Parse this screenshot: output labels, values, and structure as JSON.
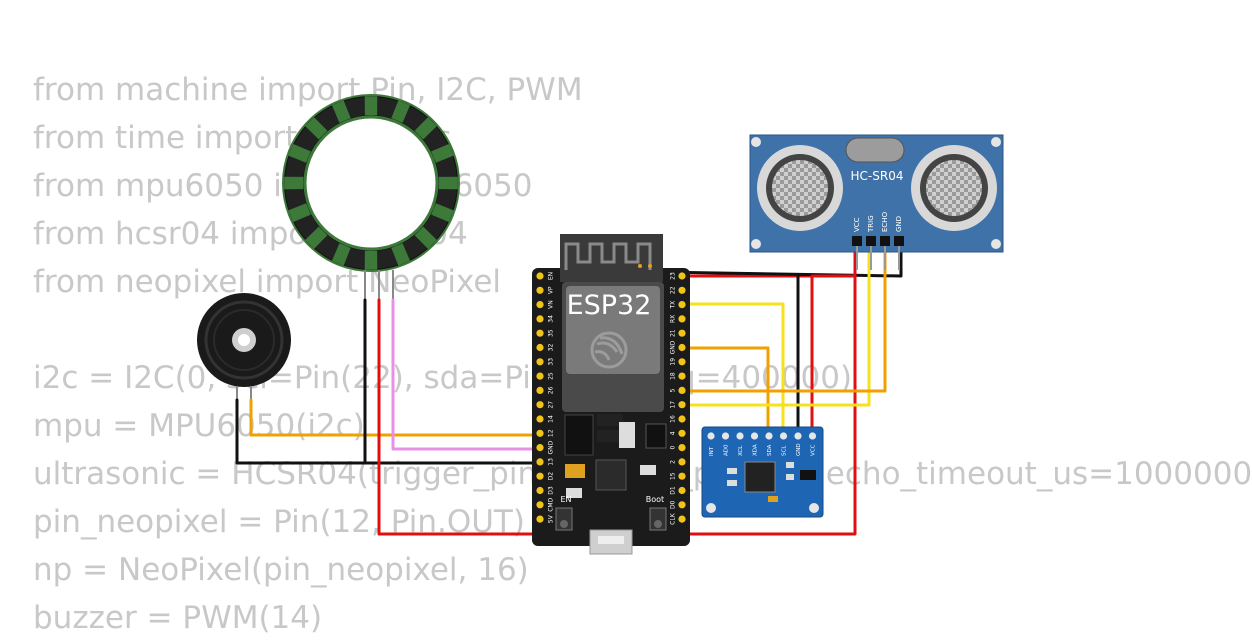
{
  "code_lines": [
    "from machine import Pin, I2C, PWM",
    "from time import sleep_ms",
    "from mpu6050 import MPU6050",
    "from hcsr04 import HCSR04",
    "from neopixel import NeoPixel",
    "",
    "i2c = I2C(0, scl=Pin(22), sda=Pin(21), freq=400000)",
    "mpu = MPU6050(i2c)",
    "ultrasonic = HCSR04(trigger_pin=5, echo_pin=18, echo_timeout_us=1000000",
    "pin_neopixel = Pin(12, Pin.OUT)",
    "np = NeoPixel(pin_neopixel, 16)",
    "buzzer = PWM(14)"
  ],
  "esp32": {
    "label": "ESP32",
    "left_pins": [
      "EN",
      "VP",
      "VN",
      "34",
      "35",
      "32",
      "33",
      "25",
      "26",
      "27",
      "14",
      "12",
      "GND",
      "13",
      "D2",
      "D3",
      "CMD",
      "5V"
    ],
    "right_pins": [
      "23",
      "22",
      "TX",
      "RX",
      "21",
      "GND",
      "19",
      "18",
      "5",
      "17",
      "16",
      "4",
      "0",
      "2",
      "15",
      "D1",
      "D0",
      "CLK"
    ],
    "button_en": "EN",
    "button_boot": "Boot"
  },
  "hcsr04": {
    "label": "HC-SR04",
    "pins": [
      "VCC",
      "TRIG",
      "ECHO",
      "GND"
    ]
  },
  "mpu6050": {
    "pins": [
      "INT",
      "AD0",
      "XCL",
      "XDA",
      "SDA",
      "SCL",
      "GND",
      "VCC"
    ]
  },
  "neopixel_ring": {
    "count": 16
  },
  "colors": {
    "wire_red": "#e01010",
    "wire_black": "#111111",
    "wire_yellow": "#f5e21a",
    "wire_orange": "#f0a000",
    "wire_pink": "#e890e8",
    "code_text": "#c8c8c8",
    "pcb_blue": "#1e66b4",
    "esp_board": "#1b1b1b"
  }
}
